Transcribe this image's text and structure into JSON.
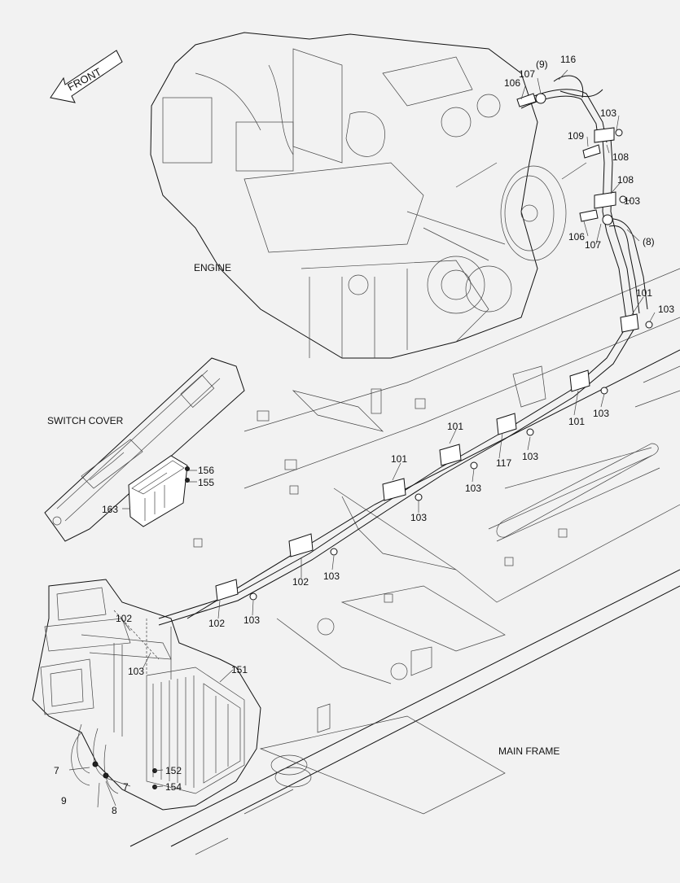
{
  "labels": {
    "front": "FRONT",
    "engine": "ENGINE",
    "switch_cover": "SWITCH COVER",
    "main_frame": "MAIN FRAME"
  },
  "callouts": {
    "c116": "116",
    "c9a": "(9)",
    "c107a": "107",
    "c106a": "106",
    "c103a": "103",
    "c109": "109",
    "c108a": "108",
    "c108b": "108",
    "c103b": "103",
    "c106b": "106",
    "c107b": "107",
    "c8a": "(8)",
    "c101a": "101",
    "c103c": "103",
    "c101b": "101",
    "c103d": "103",
    "c101c": "101",
    "c117": "117",
    "c103e": "103",
    "c101d": "101",
    "c103f": "103",
    "c103g": "103",
    "c156": "156",
    "c155": "155",
    "c163": "163",
    "c102a": "102",
    "c103h": "103",
    "c102b": "102",
    "c103i": "103",
    "c102c": "102",
    "c103j": "103",
    "c151": "151",
    "c7a": "7",
    "c7b": "7",
    "c9b": "9",
    "c8b": "8",
    "c152": "152",
    "c154": "154"
  },
  "colors": {
    "background": "#f2f2f2",
    "line": "#111111"
  }
}
